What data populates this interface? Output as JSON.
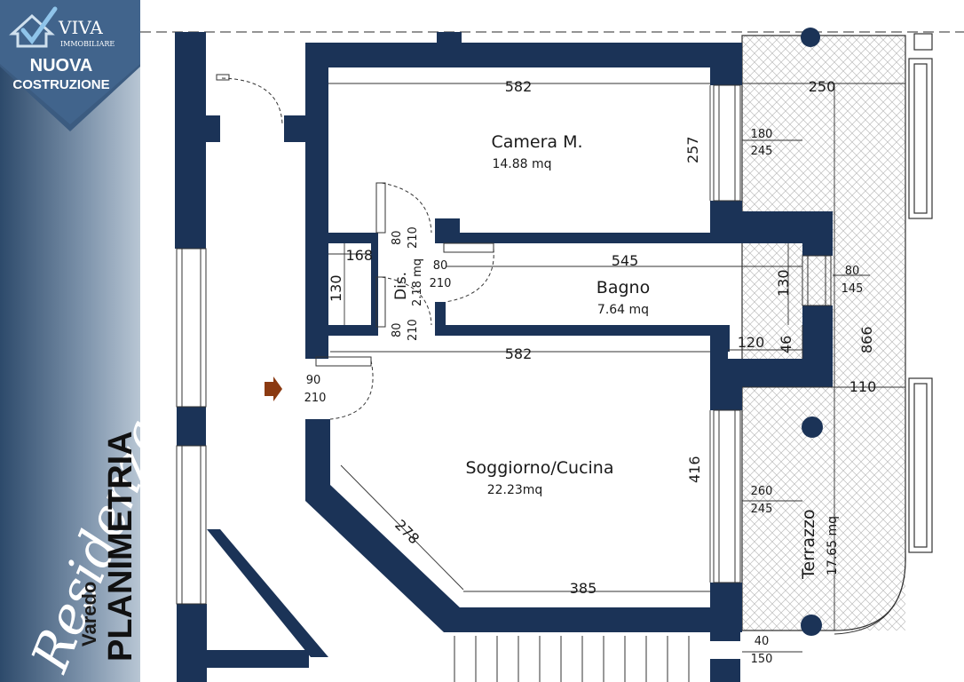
{
  "brand": {
    "name": "VIVA",
    "sub": "IMMOBILIARE",
    "line1": "NUOVA",
    "line2": "COSTRUZIONE"
  },
  "project": {
    "script_title": "Residenza Cecilia",
    "location": "Varedo",
    "doc_type": "PLANIMETRIA"
  },
  "colors": {
    "wall": "#1b3357",
    "accent": "#1b3357",
    "arrow": "#8b3a12"
  },
  "rooms": {
    "camera": {
      "name": "Camera M.",
      "area": "14.88  mq"
    },
    "bagno": {
      "name": "Bagno",
      "area": "7.64  mq"
    },
    "dis": {
      "name": "Dis.",
      "area": "2.18  mq"
    },
    "soggiorno": {
      "name": "Soggiorno/Cucina",
      "area": "22.23mq"
    },
    "terrazzo": {
      "name": "Terrazzo",
      "area": "17.65  mq"
    }
  },
  "dimensions": {
    "camera_width": "582",
    "camera_depth": "257",
    "terrace_width": "250",
    "window_camera_w": "180",
    "window_camera_h": "245",
    "dis_width": "168",
    "dis_height": "130",
    "door_dis_top_w": "80",
    "door_dis_top_h": "210",
    "door_bagno_w": "80",
    "door_bagno_h": "210",
    "door_dis_bot_w": "80",
    "door_dis_bot_h": "210",
    "bagno_width": "545",
    "bagno_height": "130",
    "window_bagno_w": "80",
    "window_bagno_h": "145",
    "bagno_ext": "120",
    "bagno_small": "46",
    "terrace_length": "866",
    "soggiorno_width": "582",
    "terrace_gap": "110",
    "entry_door_w": "90",
    "entry_door_h": "210",
    "soggiorno_depth": "416",
    "diagonal": "278",
    "bottom_width": "385",
    "window_sog_w": "260",
    "window_sog_h": "245",
    "bottom_window_w": "40",
    "bottom_window_h": "150"
  }
}
